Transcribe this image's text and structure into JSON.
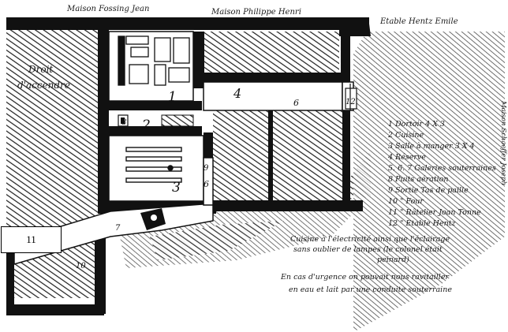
{
  "top_labels": {
    "left": "Maison Fossing Jean",
    "middle": "Maison Philippe Henri",
    "right": "Etable Hentz Emile"
  },
  "side_label_left": {
    "line1": "Droit",
    "line2": "d'accendre"
  },
  "vertical_note": "Maison Schaeffer Joseph",
  "rooms": [
    {
      "n": "1"
    },
    {
      "n": "2"
    },
    {
      "n": "3"
    },
    {
      "n": "4"
    },
    {
      "n": "6"
    },
    {
      "n": "7"
    },
    {
      "n": "8"
    },
    {
      "n": "9"
    },
    {
      "n": "10"
    },
    {
      "n": "12"
    }
  ],
  "legend": [
    "1 Dortoir   4 X 3",
    "2 Cuisine",
    "3 Salle à manger   3 X 4",
    "4 Réserve",
    "5. 6. 7  Galeries souterraines",
    "8 Puits aération",
    "9 Sortie Tas de paille",
    "10 \"        Four",
    "11 \"     Râtelier Joan Tonne",
    "12 \"      Etable Hentz"
  ],
  "notes": {
    "line1": "Cuisine à l'électricité ainsi que l'éclairage",
    "line2": "sans oublier de lampes (le colonel était",
    "line3": "peinard)",
    "line4": "En cas d'urgence on pouvait nous ravitailler",
    "line5": "en eau et lait par une conduite souterraine"
  },
  "box_label": "11"
}
